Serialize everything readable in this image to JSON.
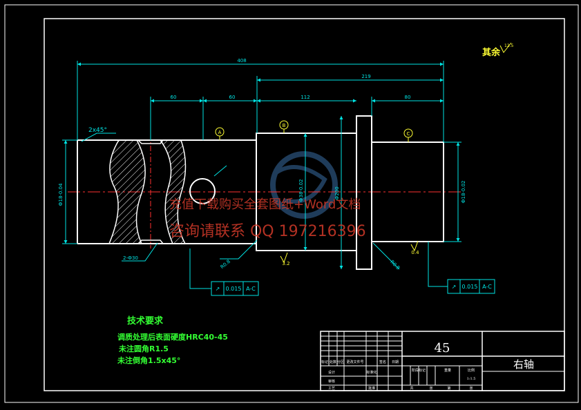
{
  "colors": {
    "background": "#000000",
    "outline": "#ffffff",
    "dimension": "#00e5e5",
    "centerline": "#ff3030",
    "hatch": "#ffffff",
    "annotation": "#ffff33",
    "note_text": "#33ff33",
    "watermark": "#d23a2a",
    "watermark_logo": "#3a6ea5"
  },
  "roughness_note": {
    "label": "其余",
    "value": "12.5"
  },
  "dimensions": {
    "overall_length": "408",
    "right_length": "219",
    "seg_left_1": "60",
    "seg_left_2": "60",
    "seg_mid": "112",
    "seg_right": "80",
    "chamfer_left": "2x45°",
    "left_dia": "Ф18-0.04",
    "mid_dia": "Ф38-0.02",
    "collar_dia": "Ф200",
    "right_dia": "Ф18-0.02",
    "grooves": "2-Ф30",
    "fillet_left": "R0.8",
    "fillet_right": "R0.8",
    "roughness_mid": "3.2",
    "roughness_right": "0.4"
  },
  "datums": [
    "A",
    "B",
    "C"
  ],
  "tolerances": [
    {
      "symbol": "↗",
      "value": "0.015",
      "ref": "A-C"
    },
    {
      "symbol": "↗",
      "value": "0.015",
      "ref": "A-C"
    }
  ],
  "watermark": {
    "line1": "充值下载购买全套图纸+Word文档",
    "line2": "咨询请联系  QQ 197216396"
  },
  "tech_requirements": {
    "heading": "技术要求",
    "items": [
      "调质处理后表面硬度HRC40-45",
      "未注圆角R1.5",
      "未注倒角1.5x45°"
    ]
  },
  "title_block": {
    "material": "45",
    "part_name": "右轴",
    "row_labels_a": [
      "标记",
      "处数",
      "分区",
      "更改文件号",
      "签名",
      "日期"
    ],
    "row_labels_b": [
      "设计",
      "标准化"
    ],
    "row_labels_c": [
      "审核"
    ],
    "row_labels_d": [
      "工艺",
      "批准"
    ],
    "stage_labels": [
      "阶段标记",
      "重量",
      "比例"
    ],
    "scale": "1:1.5",
    "sheet_labels": [
      "共",
      "张",
      "第",
      "张"
    ]
  }
}
